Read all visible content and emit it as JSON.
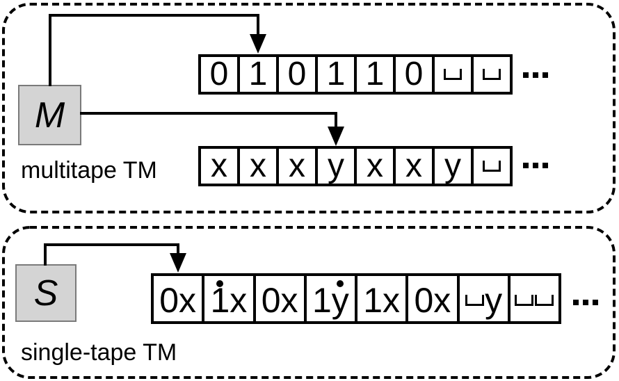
{
  "figure": {
    "panels": {
      "multitape": {
        "machine_letter": "M",
        "caption": "multitape TM",
        "tapes": {
          "tape1": {
            "cells": [
              {
                "text": "0"
              },
              {
                "text": "1"
              },
              {
                "text": "0"
              },
              {
                "text": "1"
              },
              {
                "text": "1"
              },
              {
                "text": "0"
              },
              {
                "text": "␣"
              },
              {
                "text": "␣"
              }
            ],
            "ellipsis": "...",
            "head_cell_index": 1
          },
          "tape2": {
            "cells": [
              {
                "text": "x"
              },
              {
                "text": "x"
              },
              {
                "text": "x"
              },
              {
                "text": "y"
              },
              {
                "text": "x"
              },
              {
                "text": "x"
              },
              {
                "text": "y"
              },
              {
                "text": "␣"
              }
            ],
            "ellipsis": "...",
            "head_cell_index": 3
          }
        }
      },
      "singletape": {
        "machine_letter": "S",
        "caption": "single-tape TM",
        "tapes": {
          "tape3": {
            "cells": [
              {
                "text": "0x"
              },
              {
                "text": "1x",
                "dot_index": 0
              },
              {
                "text": "0x"
              },
              {
                "text": "1y",
                "dot_index": 1
              },
              {
                "text": "1x"
              },
              {
                "text": "0x"
              },
              {
                "text": "␣y"
              },
              {
                "text": "␣␣"
              }
            ],
            "ellipsis": "...",
            "head_cell_index": 0
          }
        }
      }
    },
    "colors": {
      "machine_box_fill": "#d4d4d4",
      "machine_box_border": "#7a7a7a",
      "line": "#000000",
      "tape_border": "#000000",
      "background": "#ffffff"
    }
  }
}
